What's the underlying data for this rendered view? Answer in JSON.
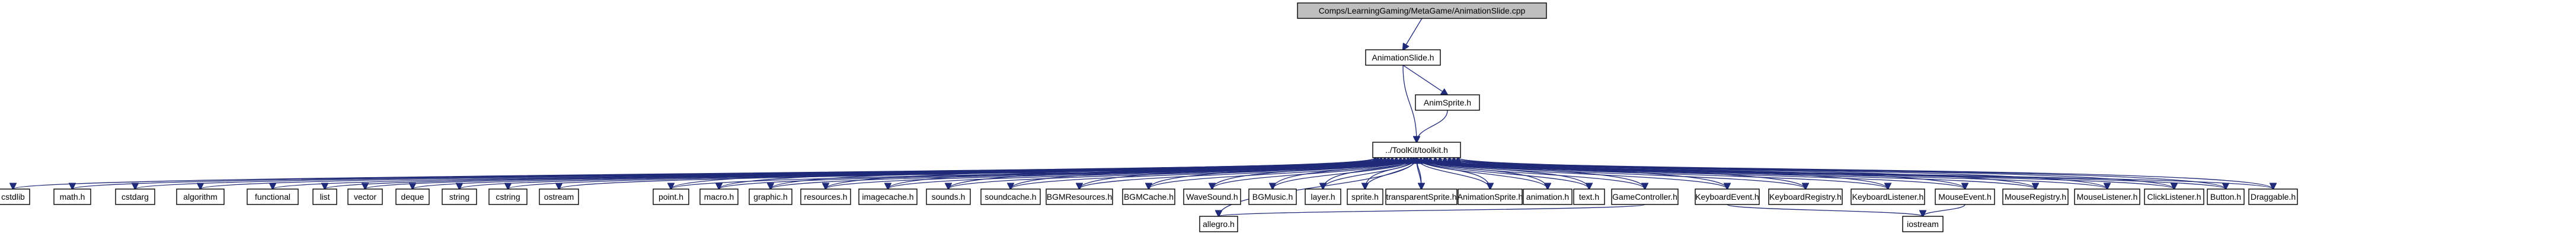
{
  "colors": {
    "node_border": "#000000",
    "root_fill": "#bfbfbf",
    "internal_fill": "#ffffff",
    "external_fill": "#ffffff",
    "external_border": "#bfbfbf",
    "edge": "#1f2a78"
  },
  "nodes": {
    "root": "Comps/LearningGaming/MetaGame/AnimationSlide.cpp",
    "animationslide_h": "AnimationSlide.h",
    "animsprite_h": "AnimSprite.h",
    "toolkit_h": "../ToolKit/toolkit.h",
    "cstdlib": "cstdlib",
    "math_h": "math.h",
    "cstdarg": "cstdarg",
    "algorithm": "algorithm",
    "functional": "functional",
    "list": "list",
    "vector": "vector",
    "deque": "deque",
    "string": "string",
    "cstring": "cstring",
    "ostream": "ostream",
    "point_h": "point.h",
    "macro_h": "macro.h",
    "graphic_h": "graphic.h",
    "resources_h": "resources.h",
    "imagecache_h": "imagecache.h",
    "sounds_h": "sounds.h",
    "soundcache_h": "soundcache.h",
    "bgmresources_h": "BGMResources.h",
    "bgmcache_h": "BGMCache.h",
    "wavesound_h": "WaveSound.h",
    "bgmusic_h": "BGMusic.h",
    "layer_h": "layer.h",
    "sprite_h": "sprite.h",
    "transparentsprite_h": "transparentSprite.h",
    "animationsprite_h": "AnimationSprite.h",
    "animation_h": "animation.h",
    "text_h": "text.h",
    "gamecontroller_h": "GameController.h",
    "keyboardevent_h": "KeyboardEvent.h",
    "keyboardregistry_h": "KeyboardRegistry.h",
    "keyboardlistener_h": "KeyboardListener.h",
    "mouseevent_h": "MouseEvent.h",
    "mouseregistry_h": "MouseRegistry.h",
    "mouselistener_h": "MouseListener.h",
    "clicklistener_h": "ClickListener.h",
    "button_h": "Button.h",
    "draggable_h": "Draggable.h",
    "allegro_h": "allegro.h",
    "iostream": "iostream"
  }
}
